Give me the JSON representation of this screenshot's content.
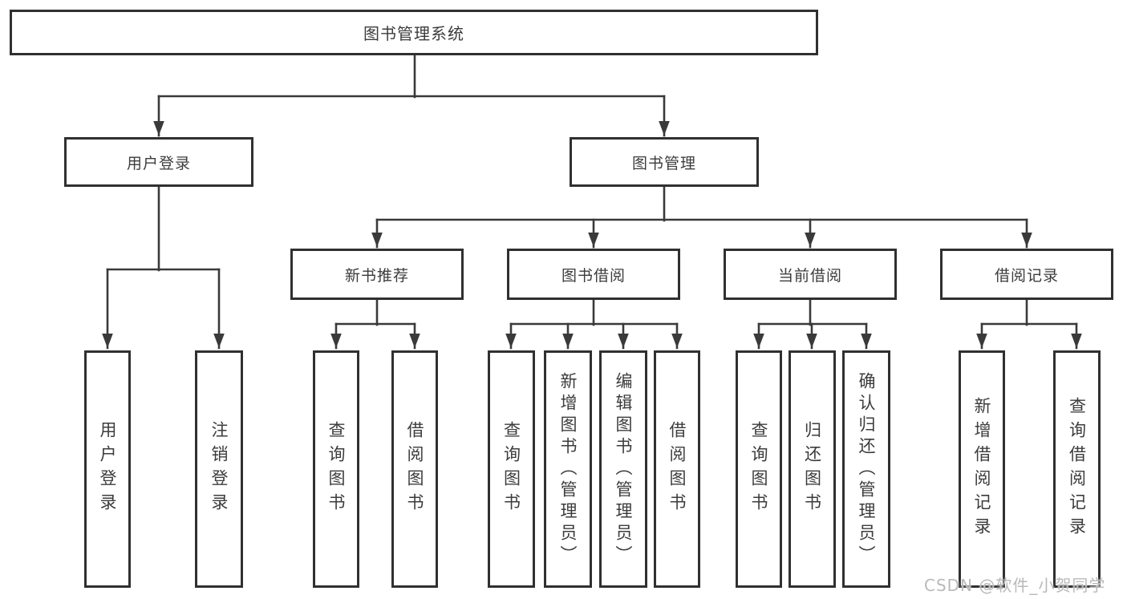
{
  "tree": {
    "root": {
      "label": "图书管理系统"
    },
    "branches": [
      {
        "label": "用户登录",
        "children": [
          {
            "label": "用户登录"
          },
          {
            "label": "注销登录"
          }
        ]
      },
      {
        "label": "图书管理",
        "children": [
          {
            "label": "新书推荐",
            "children": [
              {
                "label": "查询图书"
              },
              {
                "label": "借阅图书"
              }
            ]
          },
          {
            "label": "图书借阅",
            "children": [
              {
                "label": "查询图书"
              },
              {
                "label": "新增图书（管理员）"
              },
              {
                "label": "编辑图书（管理员）"
              },
              {
                "label": "借阅图书"
              }
            ]
          },
          {
            "label": "当前借阅",
            "children": [
              {
                "label": "查询图书"
              },
              {
                "label": "归还图书"
              },
              {
                "label": "确认归还（管理员）"
              }
            ]
          },
          {
            "label": "借阅记录",
            "children": [
              {
                "label": "新增借阅记录"
              },
              {
                "label": "查询借阅记录"
              }
            ]
          }
        ]
      }
    ]
  },
  "watermark": {
    "text": "CSDN @软件_小贺同学"
  },
  "colors": {
    "line": "#3a3a3a",
    "box_border": "#303030",
    "box_fill": "#ffffff",
    "text": "#3c3c3c",
    "watermark": "#b9b9b9"
  }
}
